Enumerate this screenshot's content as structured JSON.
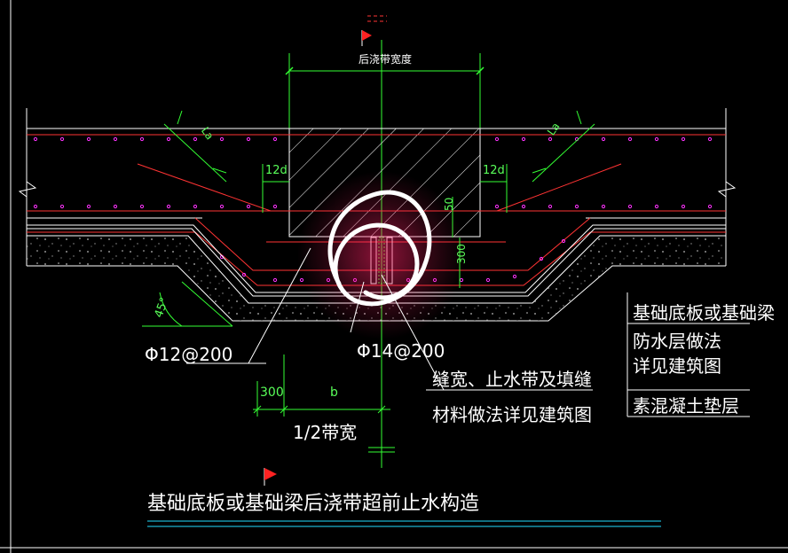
{
  "colors": {
    "background": "#000000",
    "white_line": "#ffffff",
    "green_line": "#33ff33",
    "red_line": "#ff3333",
    "cyan_line": "#22ddff",
    "magenta_dot": "#ff33ff",
    "highlight": "#ff2266"
  },
  "labels": {
    "post_pour_width": "后浇带宽度",
    "la_left": "La",
    "la_right": "La",
    "twelve_d_left": "12d",
    "twelve_d_right": "12d",
    "dim_50": "50",
    "dim_300_vertical": "300",
    "angle_45": "45°",
    "rebar_12": "Φ12@200",
    "rebar_14": "Φ14@200",
    "dim_300_horizontal": "300",
    "dim_b": "b",
    "half_band_width": "1/2带宽",
    "joint_note_line1": "缝宽、止水带及填缝",
    "joint_note_line2": "材料做法详见建筑图",
    "layer_label_1": "基础底板或基础梁",
    "layer_label_2": "防水层做法",
    "layer_label_3": "详见建筑图",
    "layer_label_4": "素混凝土垫层",
    "drawing_title": "基础底板或基础梁后浇带超前止水构造"
  },
  "icons": {
    "marker_top": "red-flag-icon",
    "marker_title": "red-flag-icon"
  }
}
